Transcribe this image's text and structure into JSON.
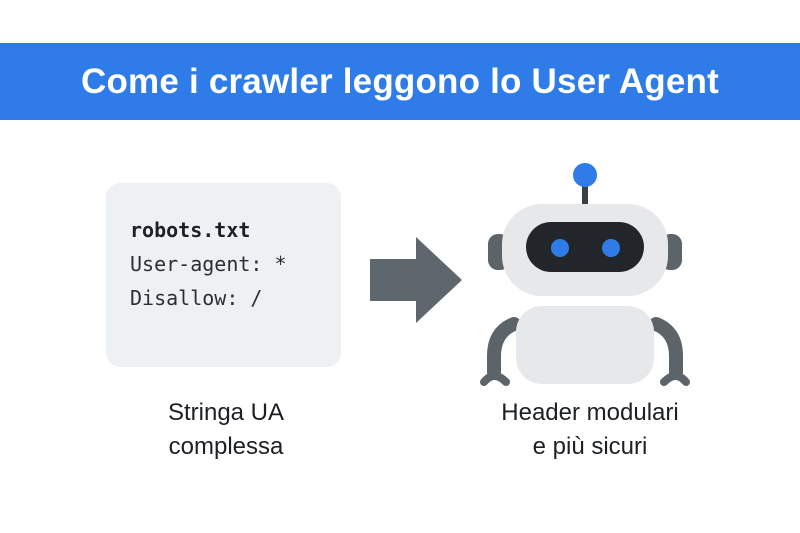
{
  "header": {
    "title": "Come i crawler leggono lo User Agent"
  },
  "code_card": {
    "lines": [
      "robots.txt",
      "User-agent: *",
      "Disallow: /"
    ]
  },
  "captions": {
    "left": [
      "Stringa UA",
      "complessa"
    ],
    "right": [
      "Header modulari",
      "e più sicuri"
    ]
  },
  "icons": {
    "arrow": "right-arrow-icon",
    "robot": "robot-icon"
  },
  "colors": {
    "banner": "#2f7ce8",
    "card": "#eef1f4",
    "arrow": "#5f676e",
    "robot_eyes": "#2f7ce8",
    "robot_visor": "#22262b",
    "robot_body": "#e6e8ea",
    "robot_limbs": "#5c6369"
  }
}
